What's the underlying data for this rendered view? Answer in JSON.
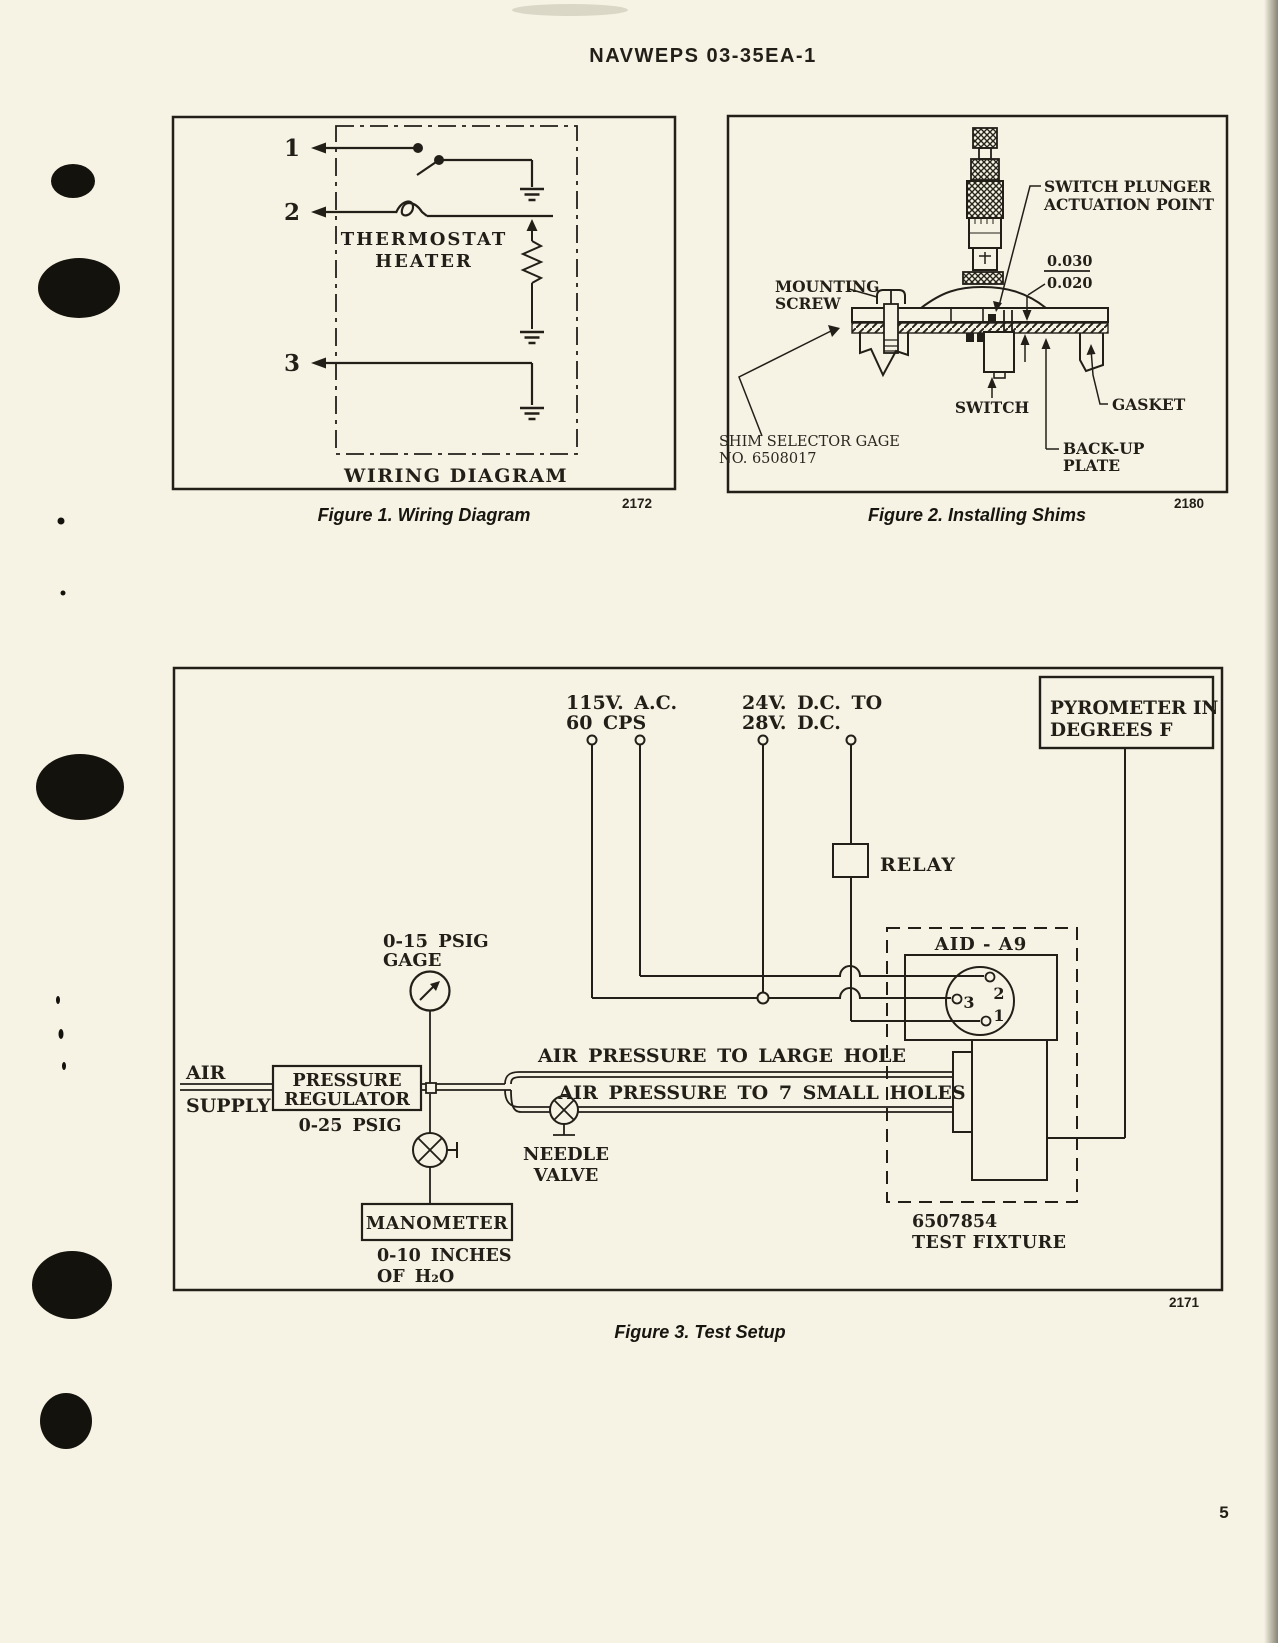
{
  "page": {
    "header": "NAVWEPS 03-35EA-1",
    "page_number": "5",
    "paper_color": "#f6f3e4",
    "ink_color": "#221f19"
  },
  "figure1": {
    "caption": "Figure 1.  Wiring Diagram",
    "ref_number": "2172",
    "diagram_title": "WIRING DIAGRAM",
    "labels": {
      "terminal1": "1",
      "terminal2": "2",
      "terminal3": "3",
      "thermostat": "THERMOSTAT",
      "heater": "HEATER"
    }
  },
  "figure2": {
    "caption": "Figure 2.  Installing Shims",
    "ref_number": "2180",
    "labels": {
      "switch_plunger_line1": "SWITCH PLUNGER",
      "switch_plunger_line2": "ACTUATION POINT",
      "dim_upper": "0.030",
      "dim_lower": "0.020",
      "mounting_line1": "MOUNTING",
      "mounting_line2": "SCREW",
      "shim_gage_line1": "SHIM SELECTOR GAGE",
      "shim_gage_line2": "NO.  6508017",
      "switch": "SWITCH",
      "gasket": "GASKET",
      "backup_line1": "BACK-UP",
      "backup_line2": "PLATE"
    }
  },
  "figure3": {
    "caption": "Figure 3.  Test Setup",
    "ref_number": "2171",
    "labels": {
      "ac_supply_line1": "115V. A.C.",
      "ac_supply_line2": "60 CPS",
      "dc_supply_line1": "24V. D.C. TO",
      "dc_supply_line2": "28V. D.C.",
      "pyrometer_line1": "PYROMETER IN",
      "pyrometer_line2": "DEGREES F",
      "relay": "RELAY",
      "connector_title": "AID - A9",
      "pin1": "1",
      "pin2": "2",
      "pin3": "3",
      "gage_line1": "0-15 PSIG",
      "gage_line2": "GAGE",
      "air_line1": "AIR",
      "air_line2": "SUPPLY",
      "regulator_line1": "PRESSURE",
      "regulator_line2": "REGULATOR",
      "regulator_range": "0-25 PSIG",
      "pipe_large": "AIR PRESSURE TO LARGE HOLE",
      "pipe_small": "AIR PRESSURE TO 7 SMALL HOLES",
      "needle_line1": "NEEDLE",
      "needle_line2": "VALVE",
      "manometer": "MANOMETER",
      "manometer_range_line1": "0-10 INCHES",
      "manometer_range_line2": "OF H₂O",
      "fixture_line1": "6507854",
      "fixture_line2": "TEST FIXTURE"
    }
  }
}
